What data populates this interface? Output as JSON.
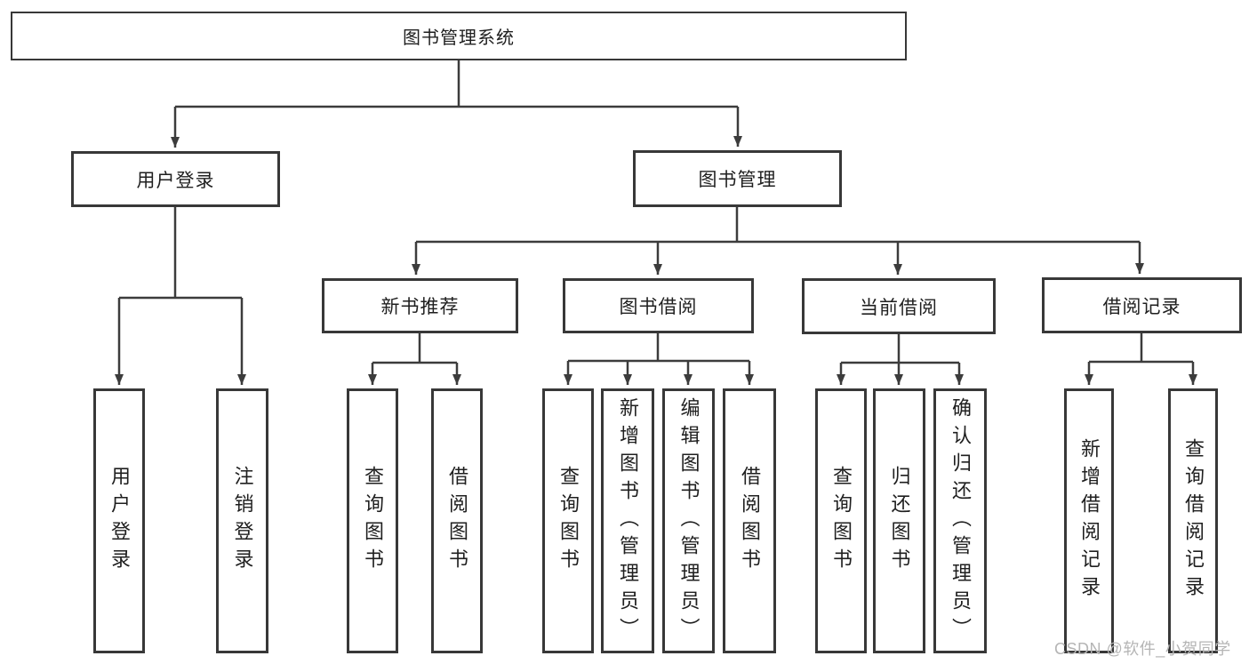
{
  "diagram": {
    "type": "hierarchy-tree",
    "orientation": "top-down",
    "root": {
      "label": "图书管理系统"
    },
    "branches": [
      {
        "label": "用户登录",
        "leaves": [
          {
            "label": "用户登录"
          },
          {
            "label": "注销登录"
          }
        ]
      },
      {
        "label": "图书管理",
        "groups": [
          {
            "label": "新书推荐",
            "leaves": [
              {
                "label": "查询图书"
              },
              {
                "label": "借阅图书"
              }
            ]
          },
          {
            "label": "图书借阅",
            "leaves": [
              {
                "label": "查询图书"
              },
              {
                "label": "新增图书（管理员）"
              },
              {
                "label": "编辑图书（管理员）"
              },
              {
                "label": "借阅图书"
              }
            ]
          },
          {
            "label": "当前借阅",
            "leaves": [
              {
                "label": "查询图书"
              },
              {
                "label": "归还图书"
              },
              {
                "label": "确认归还（管理员）"
              }
            ]
          },
          {
            "label": "借阅记录",
            "leaves": [
              {
                "label": "新增借阅记录"
              },
              {
                "label": "查询借阅记录"
              }
            ]
          }
        ]
      }
    ]
  },
  "watermark": "CSDN @软件_小贺同学",
  "colors": {
    "background": "#ffffff",
    "line": "#3c3c3c",
    "box_border": "#383838",
    "text": "#1f1f1f",
    "watermark": "#b5b5b5"
  }
}
